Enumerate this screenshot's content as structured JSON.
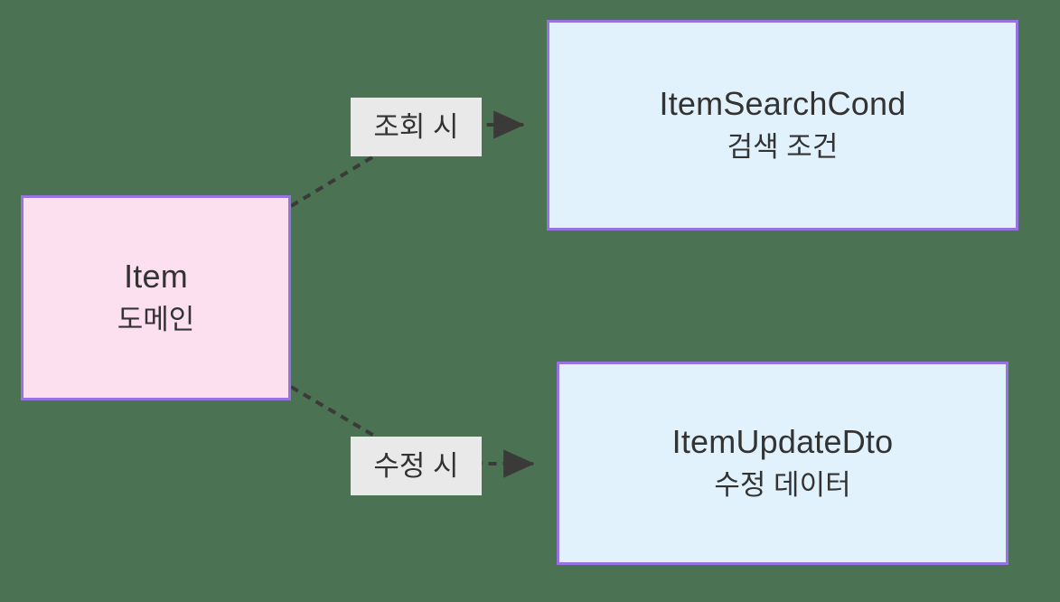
{
  "diagram": {
    "background_color": "#4a7253",
    "accent_border_color": "#9673e0",
    "text_color": "#333333",
    "edge_color": "#3a3a38",
    "label_background_color": "#e9e9e9",
    "nodes": [
      {
        "id": "item",
        "title": "Item",
        "subtitle": "도메인",
        "fill": "#fce0f0"
      },
      {
        "id": "item-search-cond",
        "title": "ItemSearchCond",
        "subtitle": "검색 조건",
        "fill": "#e1f2fc"
      },
      {
        "id": "item-update-dto",
        "title": "ItemUpdateDto",
        "subtitle": "수정 데이터",
        "fill": "#e1f2fc"
      }
    ],
    "edges": [
      {
        "id": "item-to-search-cond",
        "label": "조회 시",
        "from": "item",
        "to": "item-search-cond",
        "style": "dashed",
        "arrow": "open-triangle"
      },
      {
        "id": "item-to-update-dto",
        "label": "수정 시",
        "from": "item",
        "to": "item-update-dto",
        "style": "dashed",
        "arrow": "open-triangle"
      }
    ]
  }
}
